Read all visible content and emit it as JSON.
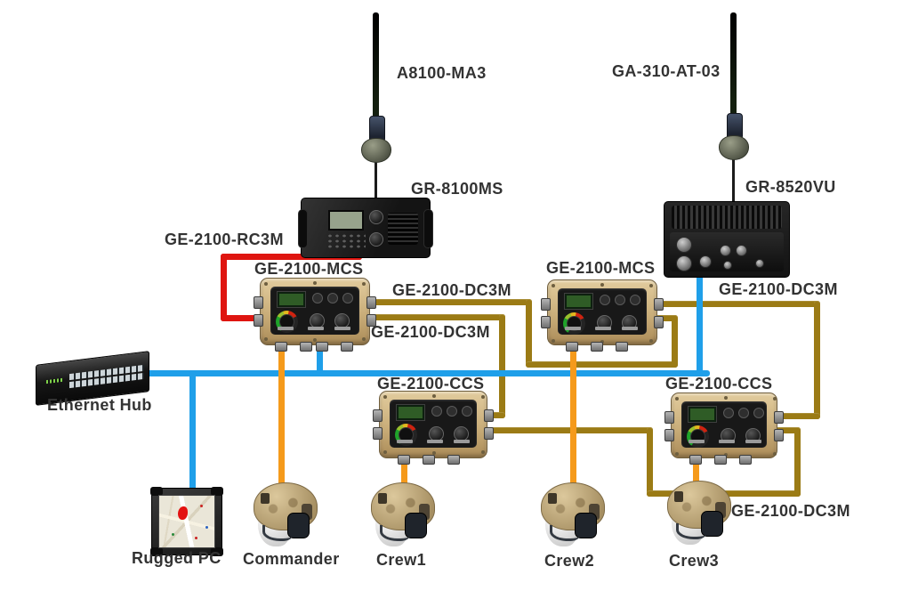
{
  "antennas": [
    {
      "label": "A8100-MA3"
    },
    {
      "label": "GA-310-AT-03"
    }
  ],
  "radios": [
    {
      "label": "GR-8100MS"
    },
    {
      "label": "GR-8520VU"
    }
  ],
  "control_boxes": [
    {
      "label": "GE-2100-MCS",
      "side": "left"
    },
    {
      "label": "GE-2100-MCS",
      "side": "right"
    },
    {
      "label": "GE-2100-CCS",
      "side": "left"
    },
    {
      "label": "GE-2100-CCS",
      "side": "right"
    }
  ],
  "cables": {
    "rc3m_label": "GE-2100-RC3M",
    "dc3m_labels": [
      {
        "label": "GE-2100-DC3M",
        "position": "between-mcs-upper"
      },
      {
        "label": "GE-2100-DC3M",
        "position": "between-mcs-lower"
      },
      {
        "label": "GE-2100-DC3M",
        "position": "top-right"
      },
      {
        "label": "GE-2100-DC3M",
        "position": "bottom-right"
      }
    ],
    "colors": {
      "radio_remote": "#df1510",
      "data": "#9b7b15",
      "ethernet": "#1f9fe9",
      "headset": "#f59a1b"
    }
  },
  "network": {
    "hub_label": "Ethernet Hub",
    "pc_label": "Rugged PC"
  },
  "crew": [
    {
      "label": "Commander"
    },
    {
      "label": "Crew1"
    },
    {
      "label": "Crew2"
    },
    {
      "label": "Crew3"
    }
  ]
}
